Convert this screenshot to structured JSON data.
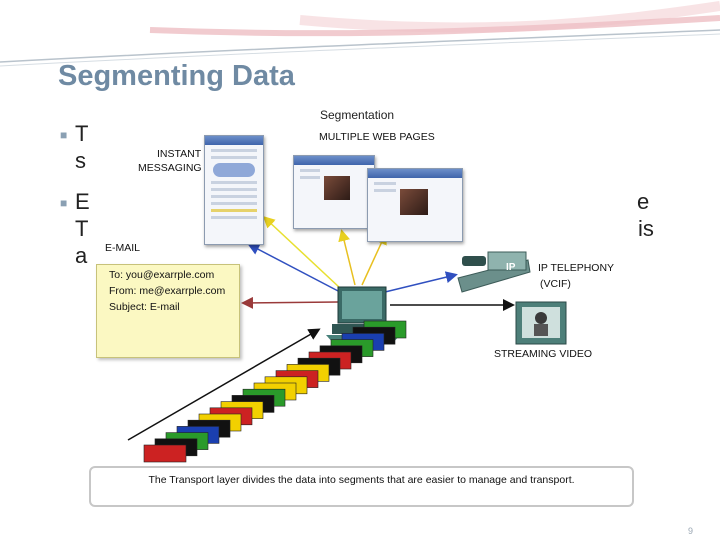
{
  "slide": {
    "title": "Segmenting Data",
    "bullets": [
      {
        "visible_fragments": [
          "T",
          "s"
        ]
      },
      {
        "visible_fragments": [
          "E",
          "T",
          "a",
          "e",
          "is"
        ]
      }
    ],
    "page_number": "9"
  },
  "diagram": {
    "title": "Segmentation",
    "labels": {
      "instant_messaging_1": "INSTANT",
      "instant_messaging_2": "MESSAGING",
      "web_pages": "MULTIPLE WEB PAGES",
      "email": "E-MAIL",
      "ip_telephony_1": "IP TELEPHONY",
      "ip_telephony_2": "(VCIF)",
      "streaming_video": "STREAMING VIDEO",
      "ip_badge": "IP"
    },
    "email_card": {
      "to": "To: you@exarrple.com",
      "from": "From: me@exarrple.com",
      "subject": "Subject: E-mail"
    },
    "caption": "The Transport layer divides the data into segments that are easier to manage and transport.",
    "segment_colors": [
      "#cc2222",
      "#111111",
      "#2a9a2a",
      "#1a3fb0",
      "#111111",
      "#f2d000",
      "#cc2222",
      "#f2d000",
      "#111111",
      "#2a9a2a",
      "#f2d000",
      "#f2d000",
      "#cc2222",
      "#f2d000",
      "#111111",
      "#cc2222",
      "#111111",
      "#2a9a2a",
      "#1a3fb0",
      "#111111",
      "#2a9a2a"
    ],
    "arrow_colors": {
      "im": "#e8e030",
      "web": "#e8c020",
      "email": "#9a3a3a",
      "phone": "#3050c0",
      "video": "#111111"
    }
  }
}
